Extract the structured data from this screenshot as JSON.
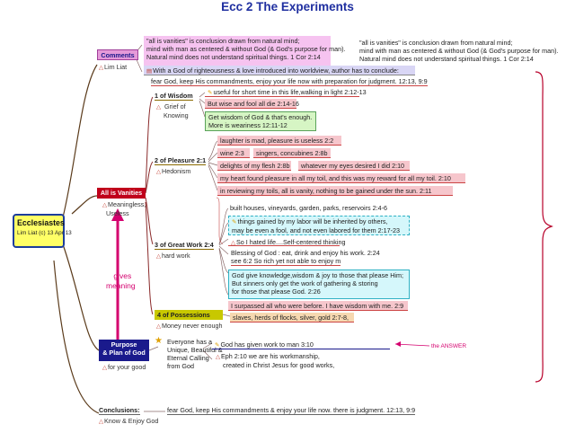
{
  "title": "Ecc 2 The Experiments",
  "central": {
    "title": "Ecclesiastes",
    "subtitle": "Lim Liat (c) 13 Apr 13"
  },
  "comments": {
    "label": "Comments",
    "author": "Lim Liat",
    "box_lines": [
      "\"all is vanities\" is  conclusion drawn from  natural mind;",
      "mind with man as centered & without God (& God's purpose for man).",
      "Natural mind does not understand spiritual things. 1 Cor 2:14"
    ],
    "plain_lines": [
      "\"all is vanities\" is  conclusion drawn from  natural mind;",
      "mind with man as centered & without God (& God's purpose for man).",
      "Natural mind does not understand spiritual things. 1 Cor 2:14"
    ],
    "god_intro": "With a God of righteousness & love introduced into  worldview, author has to conclude:",
    "god_conclusion": "fear God, keep His commandments, enjoy your life now with preparation for judgment. 12:13, 9:9"
  },
  "vanities": {
    "label": "All is Vanities",
    "sub1": "Meaningless,",
    "sub2": "Useless"
  },
  "gives_meaning": {
    "line1": "gives",
    "line2": "meaning"
  },
  "wisdom": {
    "label": "1 of Wisdom",
    "sub1": "Grief of",
    "sub2": "Knowing",
    "items": [
      "useful for short time in this life,walking in light 2:12-13",
      "But wise and fool all die 2:14-16"
    ],
    "get_wisdom_1": "Get wisdom of God & that's enough.",
    "get_wisdom_2": " More is weariness 12:11-12"
  },
  "pleasure": {
    "label": "2 of Pleasure 2:1",
    "sub": "Hedonism",
    "laughter": "laughter is mad, pleasure is useless 2:2",
    "wine": "wine 2:3",
    "singers": "singers, concubines 2:8b",
    "flesh": "delights of my flesh 2:8b",
    "eyes": "whatever my eyes desired I did 2:10",
    "heart": "my heart found pleasure in all my toil, and this was my reward for all my toil.  2:10",
    "toils": "in reviewing my toils, all is vanity, nothing to be gained under the sun. 2:11"
  },
  "work": {
    "label": "3 of Great Work 2:4",
    "sub": "hard work",
    "houses": "built houses, vineyards, garden, parks, reservoirs 2:4-6",
    "inherited_1": "things gained by my labor will be inherited by others,",
    "inherited_2": "   may be even a fool, and not even labored for them 2:17-23",
    "hated": "So I hated life....Self-centered thinking",
    "blessing_1": "Blessing of God : eat, drink and enjoy his work. 2:24",
    "blessing_2": " see 6:2 So rich yet not able to enjoy m",
    "god_gives_1": "God give knowledge,wisdom & joy to those that please Him;",
    "god_gives_2": " But sinners only get the work of gathering & storing",
    "god_gives_3": "   for those that please God. 2:26",
    "surpassed": "I surpassed all who were before. I have wisdom with me. 2:9"
  },
  "possessions": {
    "label": "4 of Possessions",
    "sub": "Money never enough",
    "item": "slaves, herds of flocks, silver, gold 2:7-8,"
  },
  "purpose": {
    "label1": "Purpose",
    "label2": "& Plan of God",
    "sub": "for your good",
    "unique_1": "Everyone has a",
    "unique_2": "Unique, Beautiful &",
    "unique_3": "Eternal Calling",
    "unique_4": "from God",
    "work_given": "God has given work to man  3:10",
    "eph_1": "Eph 2:10  we are his workmanship,",
    "eph_2": "created in Christ Jesus for good works,",
    "answer": "the ANSWER"
  },
  "conclusions": {
    "label": "Conclusions:",
    "sub": "Know & Enjoy God",
    "text": "fear God, keep His commandments & enjoy your life now.  there is judgment. 12:13, 9:9"
  },
  "colors": {
    "title": "#1f2fa0",
    "center_fill": "#ffff66",
    "center_border": "#1c3d9c",
    "vanities_fill": "#c0001b",
    "purpose_fill": "#1a1a8c",
    "possessions_fill": "#c8c800",
    "magenta_arrow": "#d4006e",
    "connector": "#5a3a1a"
  }
}
